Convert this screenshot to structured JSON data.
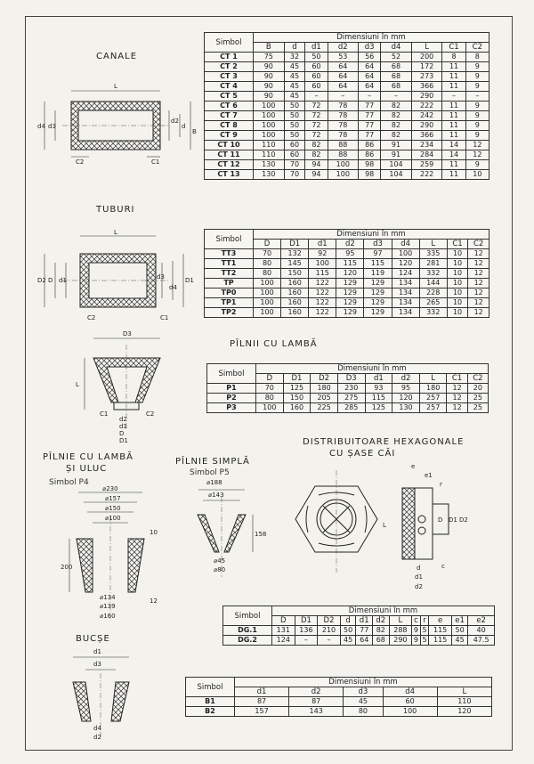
{
  "canale": {
    "title": "CANALE",
    "dims": {
      "L": "L",
      "d4": "d4",
      "d3": "d3",
      "d2": "d2",
      "d": "d",
      "B": "B",
      "c2": "C2",
      "c1": "C1"
    },
    "table": {
      "symbol": "Simbol",
      "group": "Dimensiuni    în    mm",
      "cols": [
        "B",
        "d",
        "d1",
        "d2",
        "d3",
        "d4",
        "L",
        "C1",
        "C2"
      ],
      "rows": [
        [
          "CT 1",
          "75",
          "32",
          "50",
          "53",
          "56",
          "52",
          "200",
          "8",
          "8"
        ],
        [
          "CT 2",
          "90",
          "45",
          "60",
          "64",
          "64",
          "68",
          "172",
          "11",
          "9"
        ],
        [
          "CT 3",
          "90",
          "45",
          "60",
          "64",
          "64",
          "68",
          "273",
          "11",
          "9"
        ],
        [
          "CT 4",
          "90",
          "45",
          "60",
          "64",
          "64",
          "68",
          "366",
          "11",
          "9"
        ],
        [
          "CT 5",
          "90",
          "45",
          "–",
          "–",
          "–",
          "–",
          "290",
          "–",
          "–"
        ],
        [
          "CT 6",
          "100",
          "50",
          "72",
          "78",
          "77",
          "82",
          "222",
          "11",
          "9"
        ],
        [
          "CT 7",
          "100",
          "50",
          "72",
          "78",
          "77",
          "82",
          "242",
          "11",
          "9"
        ],
        [
          "CT 8",
          "100",
          "50",
          "72",
          "78",
          "77",
          "82",
          "290",
          "11",
          "9"
        ],
        [
          "CT 9",
          "100",
          "50",
          "72",
          "78",
          "77",
          "82",
          "366",
          "11",
          "9"
        ],
        [
          "CT 10",
          "110",
          "60",
          "82",
          "88",
          "86",
          "91",
          "234",
          "14",
          "12"
        ],
        [
          "CT 11",
          "110",
          "60",
          "82",
          "88",
          "86",
          "91",
          "284",
          "14",
          "12"
        ],
        [
          "CT 12",
          "130",
          "70",
          "94",
          "100",
          "98",
          "104",
          "259",
          "11",
          "9"
        ],
        [
          "CT 13",
          "130",
          "70",
          "94",
          "100",
          "98",
          "104",
          "222",
          "11",
          "10"
        ]
      ]
    }
  },
  "tuburi": {
    "title": "TUBURI",
    "dims": {
      "L": "L",
      "D2": "D2",
      "D": "D",
      "d1": "d1",
      "d3": "d3",
      "d4": "d4",
      "D1": "D1",
      "c2": "C2",
      "c1": "C1"
    },
    "table": {
      "symbol": "Simbol",
      "group": "Dimensiuni în  mm",
      "cols": [
        "D",
        "D1",
        "d1",
        "d2",
        "d3",
        "d4",
        "L",
        "C1",
        "C2"
      ],
      "rows": [
        [
          "TT3",
          "70",
          "132",
          "92",
          "95",
          "97",
          "100",
          "335",
          "10",
          "12"
        ],
        [
          "TT1",
          "80",
          "145",
          "100",
          "115",
          "115",
          "120",
          "281",
          "10",
          "12"
        ],
        [
          "TT2",
          "80",
          "150",
          "115",
          "120",
          "119",
          "124",
          "332",
          "10",
          "12"
        ],
        [
          "TP",
          "100",
          "160",
          "122",
          "129",
          "129",
          "134",
          "144",
          "10",
          "12"
        ],
        [
          "TP0",
          "100",
          "160",
          "122",
          "129",
          "129",
          "134",
          "228",
          "10",
          "12"
        ],
        [
          "TP1",
          "100",
          "160",
          "122",
          "129",
          "129",
          "134",
          "265",
          "10",
          "12"
        ],
        [
          "TP2",
          "100",
          "160",
          "122",
          "129",
          "129",
          "134",
          "332",
          "10",
          "12"
        ]
      ]
    }
  },
  "pilnii": {
    "title": "PÎLNII  CU  LAMBĂ",
    "dims": {
      "D3": "D3",
      "L": "L",
      "c1": "C1",
      "c2": "C2",
      "d2": "d2",
      "d1": "d1",
      "D": "D",
      "D1": "D1"
    },
    "table": {
      "symbol": "Simbol",
      "group": "Dimensiuni   în   mm",
      "cols": [
        "D",
        "D1",
        "D2",
        "D3",
        "d1",
        "d2",
        "L",
        "C1",
        "C2"
      ],
      "rows": [
        [
          "P1",
          "70",
          "125",
          "180",
          "230",
          "93",
          "95",
          "180",
          "12",
          "20"
        ],
        [
          "P2",
          "80",
          "150",
          "205",
          "275",
          "115",
          "120",
          "257",
          "12",
          "25"
        ],
        [
          "P3",
          "100",
          "160",
          "225",
          "285",
          "125",
          "130",
          "257",
          "12",
          "25"
        ]
      ]
    }
  },
  "p4": {
    "title_1": "PÎLNIE CU LAMBĂ",
    "title_2": "ȘI ULUC",
    "symbol": "Simbol P4",
    "dims": {
      "a": "⌀230",
      "b": "⌀157",
      "c": "⌀150",
      "d": "⌀100",
      "h": "200",
      "t": "10",
      "e": "⌀134",
      "f": "⌀139",
      "g": "⌀160",
      "b2": "12"
    }
  },
  "p5": {
    "title": "PÎLNIE SIMPLĂ",
    "symbol": "Simbol P5",
    "dims": {
      "a": "⌀188",
      "b": "⌀143",
      "h": "158",
      "c": "⌀45",
      "d": "⌀80"
    }
  },
  "distrib": {
    "title_1": "DISTRIBUITOARE HEXAGONALE",
    "title_2": "CU ȘASE CĂI",
    "dims": {
      "e": "e",
      "e1": "e1",
      "r": "r",
      "L": "L",
      "D": "D",
      "D1": "D1",
      "D2": "D2",
      "c": "c",
      "d": "d",
      "d1": "d1",
      "d2": "d2"
    },
    "table": {
      "symbol": "Simbol",
      "group": "Dimensiuni    în   mm",
      "cols": [
        "D",
        "D1",
        "D2",
        "d",
        "d1",
        "d2",
        "L",
        "c",
        "r",
        "e",
        "e1",
        "e2"
      ],
      "rows": [
        [
          "DG.1",
          "131",
          "136",
          "210",
          "50",
          "77",
          "82",
          "288",
          "9",
          "5",
          "115",
          "50",
          "40"
        ],
        [
          "DG.2",
          "124",
          "–",
          "–",
          "45",
          "64",
          "68",
          "290",
          "9",
          "5",
          "115",
          "45",
          "47.5"
        ]
      ]
    }
  },
  "bucse": {
    "title": "BUCȘE",
    "dims": {
      "d1": "d1",
      "d3": "d3",
      "d4": "d4",
      "d2": "d2"
    },
    "table": {
      "symbol": "Simbol",
      "group": "Dimensiuni   în  mm",
      "cols": [
        "d1",
        "d2",
        "d3",
        "d4",
        "L"
      ],
      "rows": [
        [
          "B1",
          "87",
          "87",
          "45",
          "60",
          "110"
        ],
        [
          "B2",
          "157",
          "143",
          "80",
          "100",
          "120"
        ]
      ]
    }
  }
}
